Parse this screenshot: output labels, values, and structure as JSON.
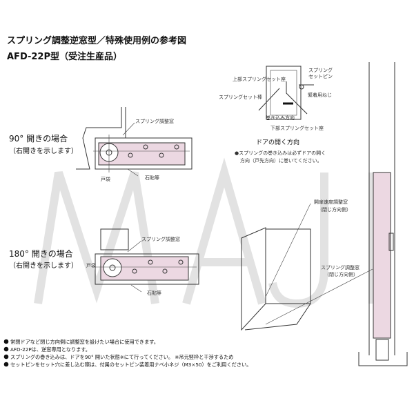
{
  "title": {
    "line1": "スプリング調整逆窓型／特殊使用例の参考図",
    "line2": "AFD-22P型（受注生産品）"
  },
  "watermark": "MAJI",
  "section_90": {
    "heading": "90° 開きの場合",
    "sub": "（右開きを示します）",
    "label_window": "スプリング調整窓",
    "label_jamb": "戸袋",
    "label_stone": "石貼等"
  },
  "section_180": {
    "heading": "180° 開きの場合",
    "sub": "（右開きを示します）",
    "label_window": "スプリング調整窓",
    "label_jamb": "戸袋",
    "label_stone": "石貼等"
  },
  "spring_setup": {
    "upper_seat": "上部スプリングセット座",
    "set_bar": "スプリングセット棒",
    "set_pin_1": "スプリング",
    "set_pin_2": "セットピン",
    "fastening_screw": "緊着用ねじ",
    "wind_direction": "巻き込み方向",
    "lower_seat": "下部スプリングセット座",
    "door_open_heading": "ドアの開く方向",
    "note_1": "●スプリングの巻き込みは必ずドアの開く",
    "note_2": "方向（戸先方向）に巻いてください。"
  },
  "elevation": {
    "speed_window": "開扉速度調整窓",
    "speed_window_sub": "（閉じ方向側）",
    "spring_window": "スプリング調整窓",
    "spring_window_sub": "（閉じ方向側）"
  },
  "notes": [
    "常閉ドアなど閉じ方向側に調整窓を設けたい場合に使用できます。",
    "AFD-22Pは、逆窓専用となります。",
    "スプリングの巻き込みは、ドアを90° 開いた状態※にて行ってください。 ※吊元竪枠と干渉するため",
    "セットピンをセット穴に差し込む際は、付属のセットピン装着用ナベ小ネジ（M3×50）をご利用ください。"
  ],
  "colors": {
    "body_pink": "#ecd8e2",
    "watermark": "#e4e4e4"
  }
}
